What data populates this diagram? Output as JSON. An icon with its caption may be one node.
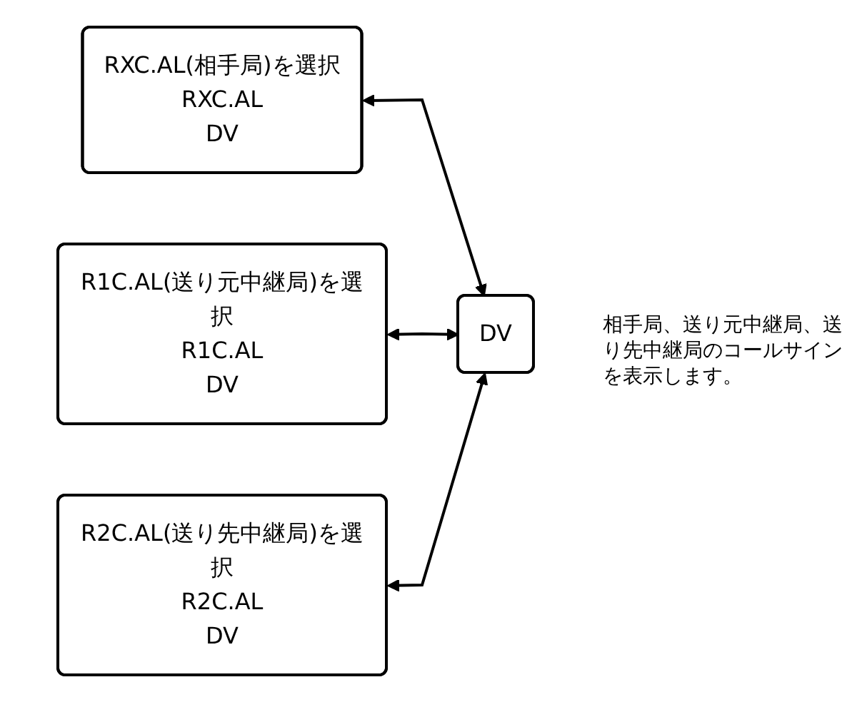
{
  "diagram": {
    "nodes": [
      {
        "text": [
          "RXC.AL(相手局)を選択",
          "RXC.AL",
          "DV"
        ]
      },
      {
        "text": [
          "R1C.AL(送り元中継局)を選択",
          "R1C.AL",
          "DV"
        ]
      },
      {
        "text": [
          "R2C.AL(送り先中継局)を選択",
          "R2C.AL",
          "DV"
        ]
      },
      {
        "text": [
          "DV"
        ],
        "beside": [
          "相手局、送り元中継局、送り先中継局のコールサインを表示します。"
        ]
      }
    ],
    "edges": [
      {
        "from": 0,
        "to": 3,
        "arrow": "both"
      },
      {
        "from": 1,
        "to": 3,
        "arrow": "both"
      },
      {
        "from": 2,
        "to": 3,
        "arrow": "both"
      }
    ]
  }
}
